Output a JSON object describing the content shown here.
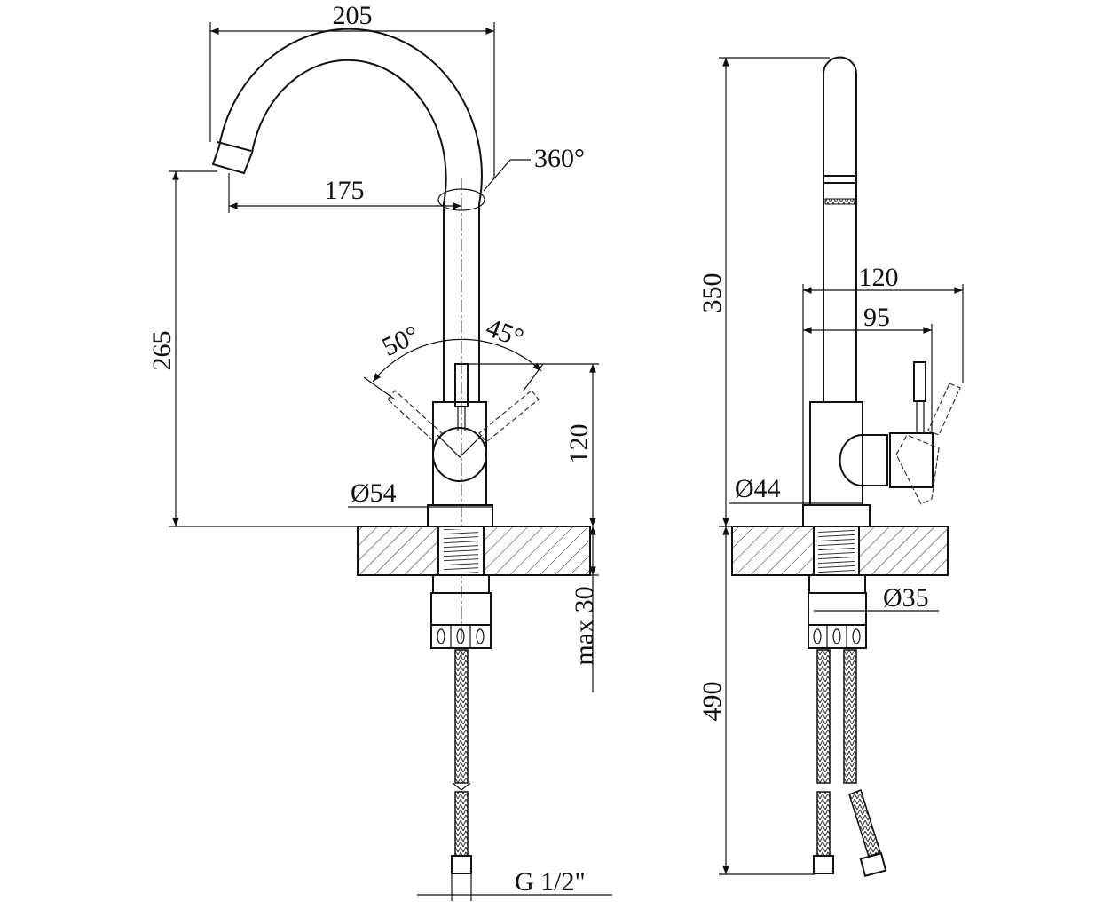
{
  "front_view": {
    "dim_width_total": "205",
    "dim_spout_reach": "175",
    "dim_rotation": "360°",
    "dim_spout_height": "265",
    "dim_angle_left": "50°",
    "dim_angle_right": "45°",
    "dim_body_height": "120",
    "dim_body_diameter": "Ø54",
    "dim_max_thickness": "max 30",
    "dim_thread": "G 1/2\""
  },
  "side_view": {
    "dim_total_height": "350",
    "dim_lever_reach_max": "120",
    "dim_lever_reach": "95",
    "dim_body_diameter": "Ø44",
    "dim_shank_diameter": "Ø35",
    "dim_hose_length": "490"
  }
}
